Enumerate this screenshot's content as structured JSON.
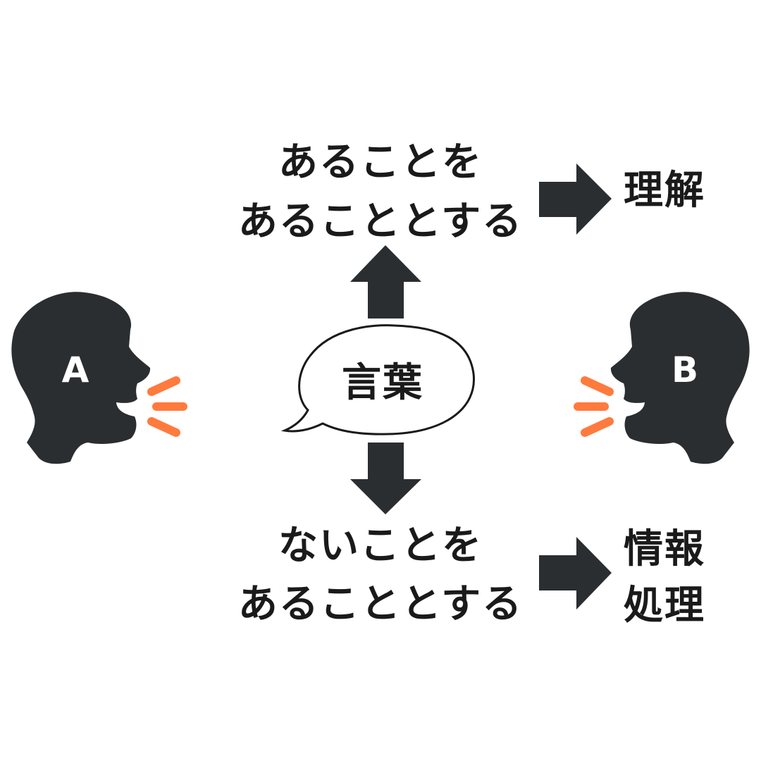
{
  "colors": {
    "dark": "#2a2e31",
    "accent": "#ff7a3d"
  },
  "top": {
    "line1": "あることを",
    "line2": "あることとする",
    "result": "理解"
  },
  "center": {
    "bubble": "言葉"
  },
  "bottom": {
    "line1": "ないことを",
    "line2": "あることとする",
    "result1": "情報",
    "result2": "処理"
  },
  "speakers": {
    "a": "A",
    "b": "B"
  }
}
